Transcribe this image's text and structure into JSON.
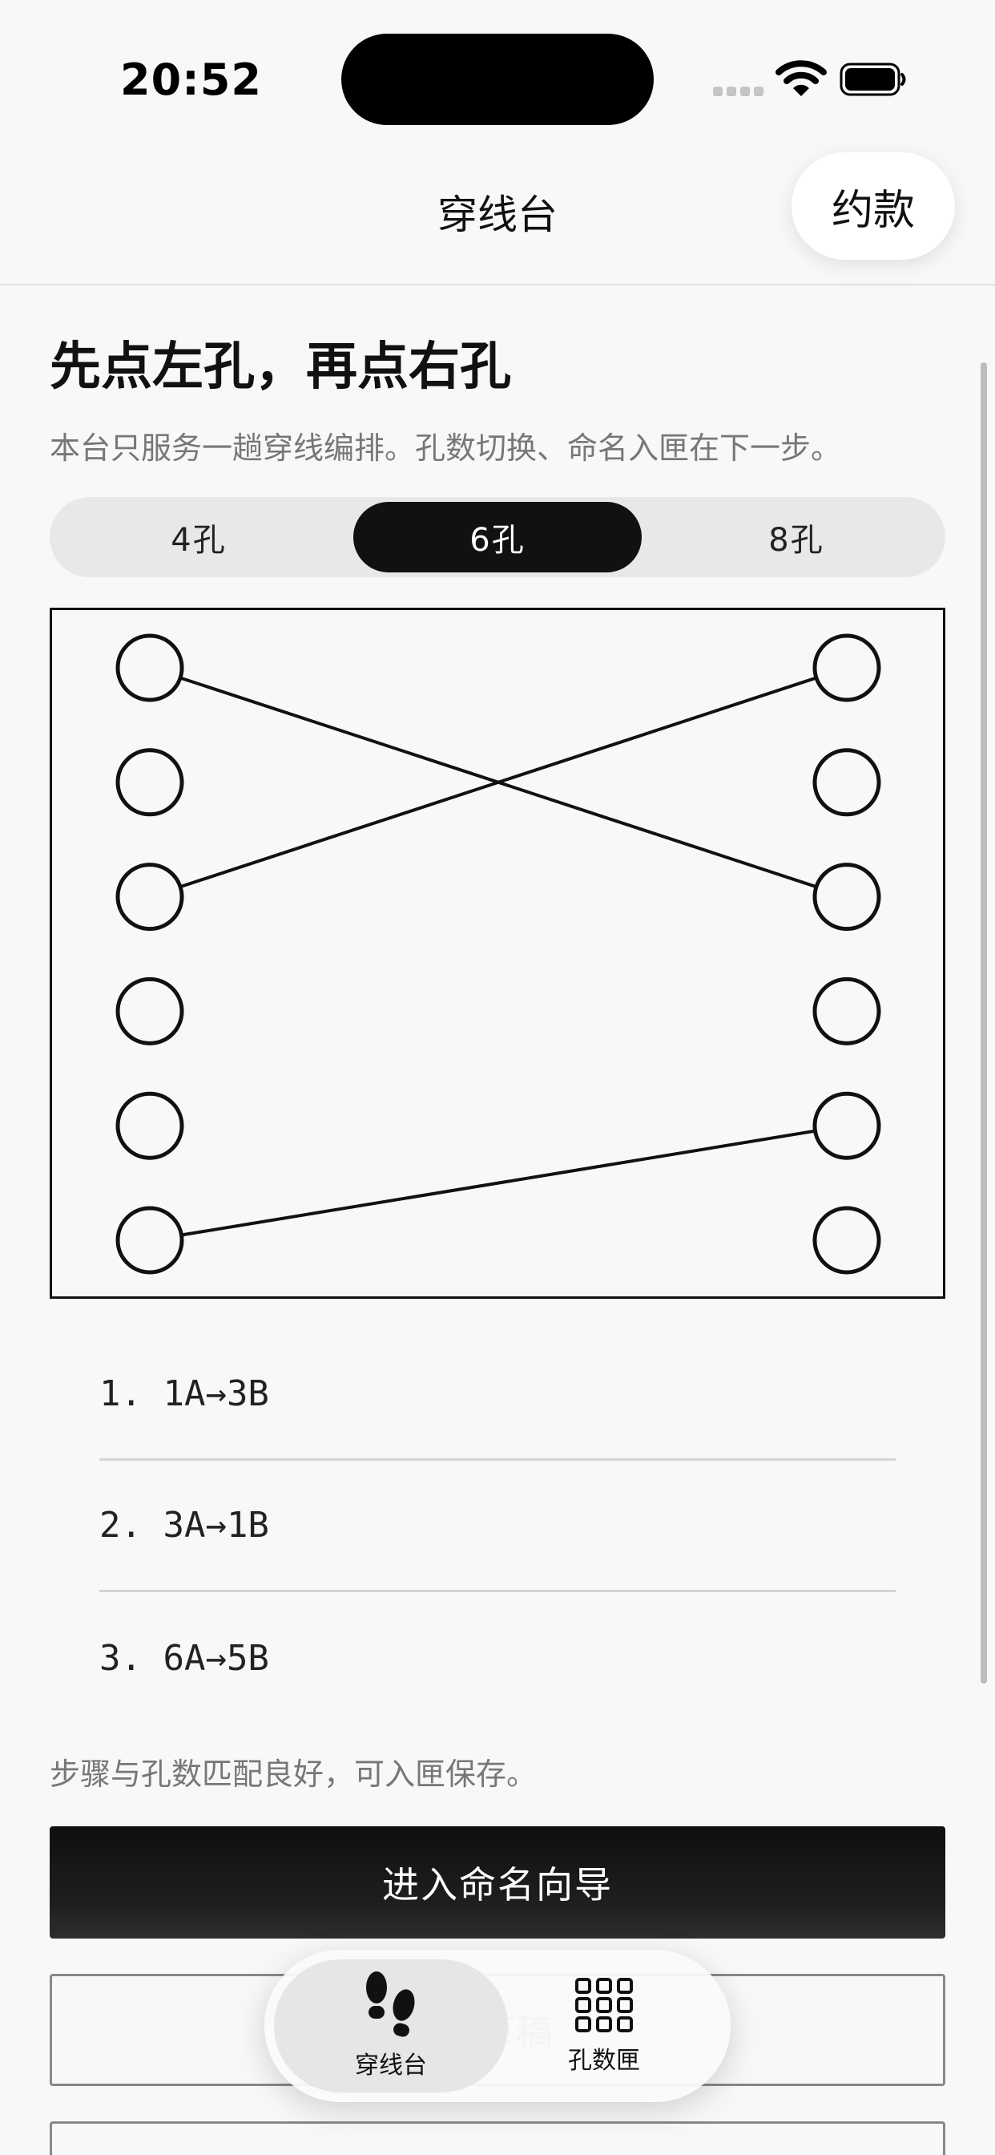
{
  "status_bar": {
    "time": "20:52"
  },
  "nav": {
    "title": "穿线台",
    "action": "约款"
  },
  "heading": "先点左孔，再点右孔",
  "subtitle": "本台只服务一趟穿线编排。孔数切换、命名入匣在下一步。",
  "segments": [
    {
      "label": "4孔",
      "active": false
    },
    {
      "label": "6孔",
      "active": true
    },
    {
      "label": "8孔",
      "active": false
    }
  ],
  "board": {
    "holes_per_side": 6,
    "connections": [
      {
        "from": 1,
        "to": 3
      },
      {
        "from": 3,
        "to": 1
      },
      {
        "from": 6,
        "to": 5
      }
    ]
  },
  "steps": [
    "1. 1A→3B",
    "2. 3A→1B",
    "3. 6A→5B"
  ],
  "hint": "步骤与孔数匹配良好，可入匣保存。",
  "primary_button": "进入命名向导",
  "secondary_button": "存草稿",
  "tab_bar": [
    {
      "label": "穿线台",
      "icon": "footprints-icon",
      "active": true
    },
    {
      "label": "孔数匣",
      "icon": "grid-icon",
      "active": false
    }
  ]
}
